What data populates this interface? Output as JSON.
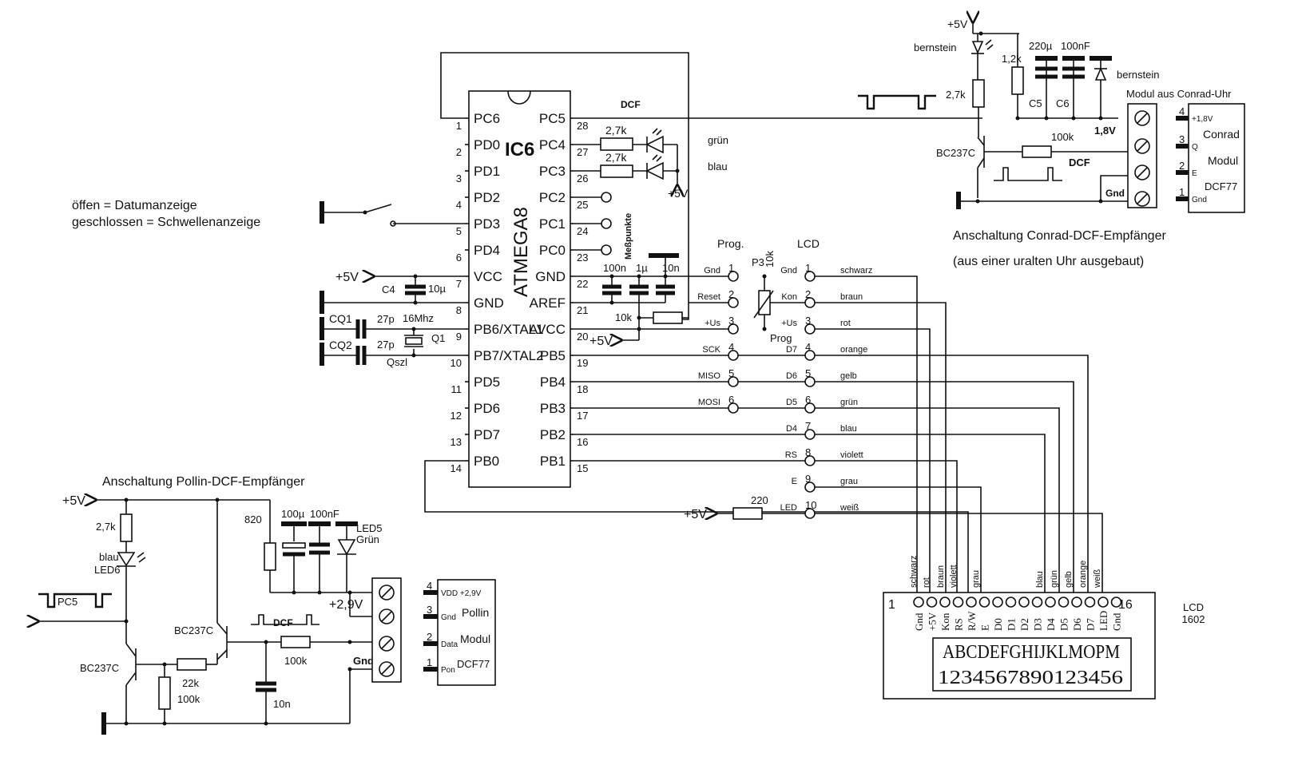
{
  "notes": {
    "line1": "öffen = Datumanzeige",
    "line2": "geschlossen = Schwellenanzeige"
  },
  "ic": {
    "name": "IC6",
    "chip": "ATMEGA8",
    "left": [
      {
        "n": "1",
        "l": "PC6"
      },
      {
        "n": "2",
        "l": "PD0"
      },
      {
        "n": "3",
        "l": "PD1"
      },
      {
        "n": "4",
        "l": "PD2"
      },
      {
        "n": "5",
        "l": "PD3"
      },
      {
        "n": "6",
        "l": "PD4"
      },
      {
        "n": "7",
        "l": "VCC"
      },
      {
        "n": "8",
        "l": "GND"
      },
      {
        "n": "9",
        "l": "PB6/XTAL1"
      },
      {
        "n": "10",
        "l": "PB7/XTAL2"
      },
      {
        "n": "11",
        "l": "PD5"
      },
      {
        "n": "12",
        "l": "PD6"
      },
      {
        "n": "13",
        "l": "PD7"
      },
      {
        "n": "14",
        "l": "PB0"
      }
    ],
    "right": [
      {
        "n": "28",
        "l": "PC5"
      },
      {
        "n": "27",
        "l": "PC4"
      },
      {
        "n": "26",
        "l": "PC3"
      },
      {
        "n": "25",
        "l": "PC2"
      },
      {
        "n": "24",
        "l": "PC1"
      },
      {
        "n": "23",
        "l": "PC0"
      },
      {
        "n": "22",
        "l": "GND"
      },
      {
        "n": "21",
        "l": "AREF"
      },
      {
        "n": "20",
        "l": "AVCC"
      },
      {
        "n": "19",
        "l": "PB5"
      },
      {
        "n": "18",
        "l": "PB4"
      },
      {
        "n": "17",
        "l": "PB3"
      },
      {
        "n": "16",
        "l": "PB2"
      },
      {
        "n": "15",
        "l": "PB1"
      }
    ]
  },
  "top_parts": {
    "dcf": "DCF",
    "r1": "2,7k",
    "r2": "2,7k",
    "gruen": "grün",
    "blau": "blau",
    "p5v": "+5V",
    "messpunkte": "Meßpunkte"
  },
  "caps": {
    "c100n": "100n",
    "c1u": "1µ",
    "c10n": "10n",
    "r10k": "10k",
    "avcc5v": "+5V",
    "c4": "C4",
    "c4v": "10µ",
    "vcc5v": "+5V"
  },
  "crystal": {
    "cq1": "CQ1",
    "cq2": "CQ2",
    "c27a": "27p",
    "c27b": "27p",
    "freq": "16Mhz",
    "q": "Q1",
    "qszl": "Qszl"
  },
  "prog": {
    "title": "Prog.",
    "pins": [
      {
        "n": "1",
        "l": "Gnd"
      },
      {
        "n": "2",
        "l": "Reset"
      },
      {
        "n": "3",
        "l": "+Us"
      },
      {
        "n": "4",
        "l": "SCK"
      },
      {
        "n": "5",
        "l": "MISO"
      },
      {
        "n": "6",
        "l": "MOSI"
      }
    ]
  },
  "pot": {
    "p3": "P3",
    "val": "10k",
    "prog": "Prog"
  },
  "lcdcon": {
    "title": "LCD",
    "pins": [
      {
        "n": "1",
        "l": "Gnd",
        "c": "schwarz"
      },
      {
        "n": "2",
        "l": "Kon",
        "c": "braun"
      },
      {
        "n": "3",
        "l": "+Us",
        "c": "rot"
      },
      {
        "n": "4",
        "l": "D7",
        "c": "orange"
      },
      {
        "n": "5",
        "l": "D6",
        "c": "gelb"
      },
      {
        "n": "6",
        "l": "D5",
        "c": "grün"
      },
      {
        "n": "7",
        "l": "D4",
        "c": "blau"
      },
      {
        "n": "8",
        "l": "RS",
        "c": "violett"
      },
      {
        "n": "9",
        "l": "E",
        "c": "grau"
      },
      {
        "n": "10",
        "l": "LED",
        "c": "weiß"
      }
    ],
    "led_v": "+5V",
    "led_r": "220"
  },
  "lcd": {
    "model": "LCD",
    "size": "1602",
    "first": "1",
    "last": "16",
    "pins": [
      "Gnd",
      "+5V",
      "Kon",
      "RS",
      "R/W",
      "E",
      "D0",
      "D1",
      "D2",
      "D3",
      "D4",
      "D5",
      "D6",
      "D7",
      "LED",
      "Gnd"
    ],
    "wire_labels": [
      "schwarz",
      "rot",
      "braun",
      "violett",
      "grau",
      "blau",
      "grün",
      "gelb",
      "orange",
      "weiß"
    ],
    "line1": "ABCDEFGHIJKLMOPM",
    "line2": "1234567890123456"
  },
  "conrad": {
    "title1": "Anschaltung Conrad-DCF-Empfänger",
    "title2": "(aus einer uralten Uhr ausgebaut)",
    "p5v": "+5V",
    "bern1": "bernstein",
    "bern2": "bernstein",
    "r12": "1,2k",
    "r27": "2,7k",
    "c220": "220µ",
    "c100": "100nF",
    "c5": "C5",
    "c6": "C6",
    "v18": "1,8V",
    "r100k": "100k",
    "tr": "BC237C",
    "dcf": "DCF",
    "gnd": "Gnd",
    "modtitle": "Modul aus Conrad-Uhr",
    "mod": "Conrad",
    "mod2": "Modul",
    "mod3": "DCF77",
    "pins": [
      {
        "n": "4",
        "l": "+1,8V"
      },
      {
        "n": "3",
        "l": "Q"
      },
      {
        "n": "2",
        "l": "E"
      },
      {
        "n": "1",
        "l": "Gnd"
      }
    ]
  },
  "pollin": {
    "title": "Anschaltung Pollin-DCF-Empfänger",
    "p5v": "+5V",
    "r27": "2,7k",
    "led6a": "blau",
    "led6b": "LED6",
    "pc5": "PC5",
    "tr1": "BC237C",
    "tr2": "BC237C",
    "r22": "22k",
    "r100": "100k",
    "r820": "820",
    "c100u": "100µ",
    "c100n": "100nF",
    "led5a": "LED5",
    "led5b": "Grün",
    "v29": "+2,9V",
    "dcf": "DCF",
    "rr100k": "100k",
    "c10n": "10n",
    "gnd": "Gnd",
    "mod1": "Pollin",
    "mod2": "Modul",
    "mod3": "DCF77",
    "pins": [
      {
        "n": "4",
        "l": "VDD +2,9V"
      },
      {
        "n": "3",
        "l": "Gnd"
      },
      {
        "n": "2",
        "l": "Data"
      },
      {
        "n": "1",
        "l": "Pon"
      }
    ]
  }
}
